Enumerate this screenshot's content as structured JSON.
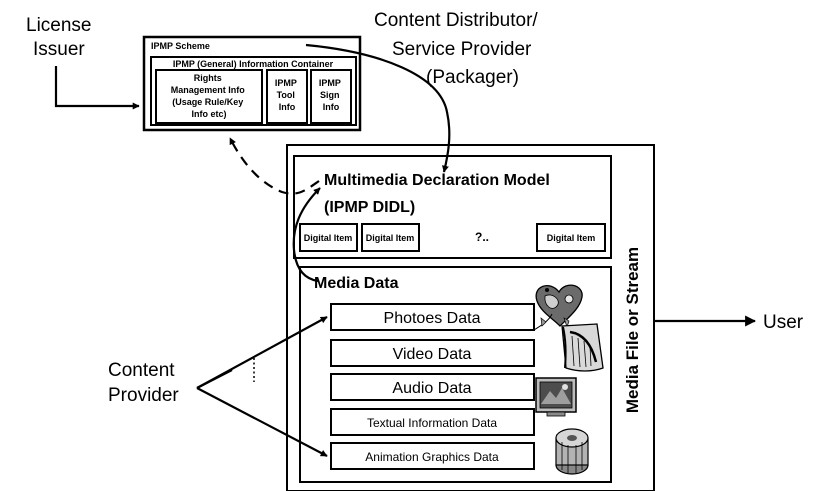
{
  "labels": {
    "license_issuer_line1": "License",
    "license_issuer_line2": "Issuer",
    "distributor_line1": "Content Distributor/",
    "distributor_line2": "Service Provider",
    "distributor_line3": "(Packager)",
    "content_provider_line1": "Content",
    "content_provider_line2": "Provider",
    "user": "User"
  },
  "ipmp": {
    "scheme_title": "IPMP Scheme",
    "container_title": "IPMP (General) Information Container",
    "rights_lines": [
      "Rights",
      "Management Info",
      "(Usage Rule/Key",
      "Info etc)"
    ],
    "tool_lines": [
      "IPMP",
      "Tool",
      "Info"
    ],
    "sign_lines": [
      "IPMP",
      "Sign",
      "Info"
    ]
  },
  "media_file": {
    "side_label": "Media File or Stream",
    "declaration_title_line1": "Multimedia Declaration Model",
    "declaration_title_line2": "(IPMP DIDL)",
    "digital_items": [
      "Digital Item",
      "Digital Item",
      "?..",
      "Digital Item"
    ],
    "media_data_title": "Media Data",
    "data_items": [
      "Photoes Data",
      "Video Data",
      "Audio Data",
      "Textual Information Data",
      "Animation Graphics Data"
    ]
  },
  "icons": [
    "heart-flowers-clipart-icon",
    "harp-clipart-icon",
    "monitor-picture-clipart-icon",
    "film-reels-clipart-icon"
  ]
}
